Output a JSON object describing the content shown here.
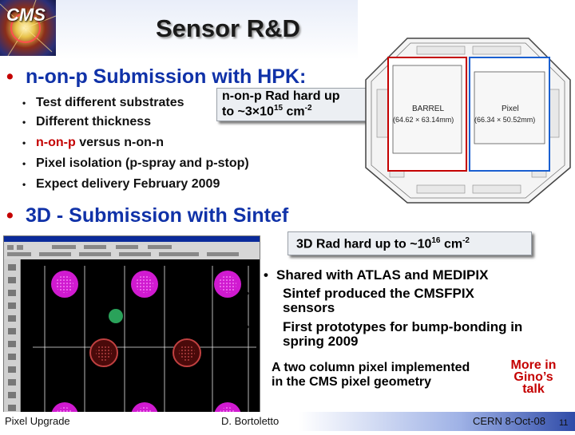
{
  "header": {
    "logo_text": "CMS",
    "title": "Sensor R&D"
  },
  "hpk": {
    "heading": "n-on-p Submission with HPK:",
    "items": [
      {
        "pre": "Test different substrates",
        "red": "",
        "post": ""
      },
      {
        "pre": "Different thickness",
        "red": "",
        "post": ""
      },
      {
        "pre": "",
        "red": "n-on-p",
        "post": " versus n-on-n"
      },
      {
        "pre": "Pixel isolation (p-spray and p-stop)",
        "red": "",
        "post": ""
      },
      {
        "pre": "Expect delivery February 2009",
        "red": "",
        "post": ""
      }
    ],
    "callout": {
      "line1": "n-on-p Rad hard up",
      "line2_pre": "to ~3×10",
      "line2_sup": "15",
      "line2_mid": " cm",
      "line2_sup2": "-2"
    }
  },
  "wafer": {
    "barrel_label": "BARREL",
    "barrel_dims": "(64.62 × 63.14mm)",
    "pixel_label": "Pixel",
    "pixel_dims": "(66.34 × 50.52mm)"
  },
  "sintef": {
    "heading": "3D - Submission with Sintef",
    "callout": {
      "pre": "3D Rad hard up to ~10",
      "sup": "16",
      "mid": " cm",
      "sup2": "-2"
    },
    "bullets": [
      "Shared  with ATLAS and MEDIPIX",
      "Sintef produced the CMSFPIX sensors",
      "First prototypes for bump-bonding in spring 2009"
    ],
    "caption": "A two column pixel implemented in the CMS pixel geometry",
    "more": "More in Gino’s talk"
  },
  "footer": {
    "left": "Pixel Upgrade",
    "center": "D. Bortoletto",
    "right": "CERN 8-Oct-08",
    "page": "11"
  },
  "colors": {
    "heading_blue": "#1032a8",
    "bullet_red": "#c40000",
    "highlight_red": "#c40000",
    "pad_magenta": "#e020e0",
    "footer_blue": "#2f4ba8"
  }
}
